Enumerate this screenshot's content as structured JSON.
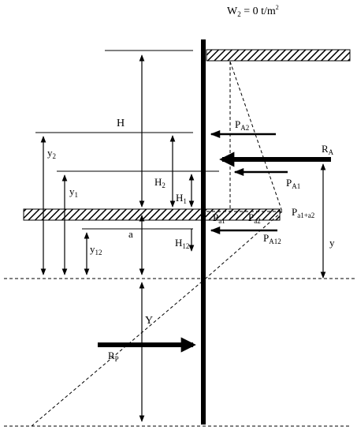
{
  "title": {
    "base": "W",
    "sub": "2",
    "rest": " = 0 t/m",
    "sup": "2"
  },
  "labels": {
    "H": "H",
    "H2": {
      "base": "H",
      "sub": "2"
    },
    "H1": {
      "base": "H",
      "sub": "1"
    },
    "H12": {
      "base": "H",
      "sub": "12"
    },
    "a": "a",
    "y": "y",
    "Y": "Y",
    "y1": {
      "base": "y",
      "sub": "1"
    },
    "y2": {
      "base": "y",
      "sub": "2"
    },
    "y12": {
      "base": "y",
      "sub": "12"
    },
    "PA2": {
      "base": "P",
      "sub": "A2"
    },
    "PA1": {
      "base": "P",
      "sub": "A1"
    },
    "PA12": {
      "base": "P",
      "sub": "A12"
    },
    "RA": {
      "base": "R",
      "sub": "A"
    },
    "RP": {
      "base": "R",
      "sub": "P"
    },
    "Pa1": {
      "base": "P",
      "sub": "a1"
    },
    "Pa2": {
      "base": "P",
      "sub": "a2"
    },
    "Pa1a2": {
      "base": "P",
      "sub": "a1+a2"
    }
  }
}
